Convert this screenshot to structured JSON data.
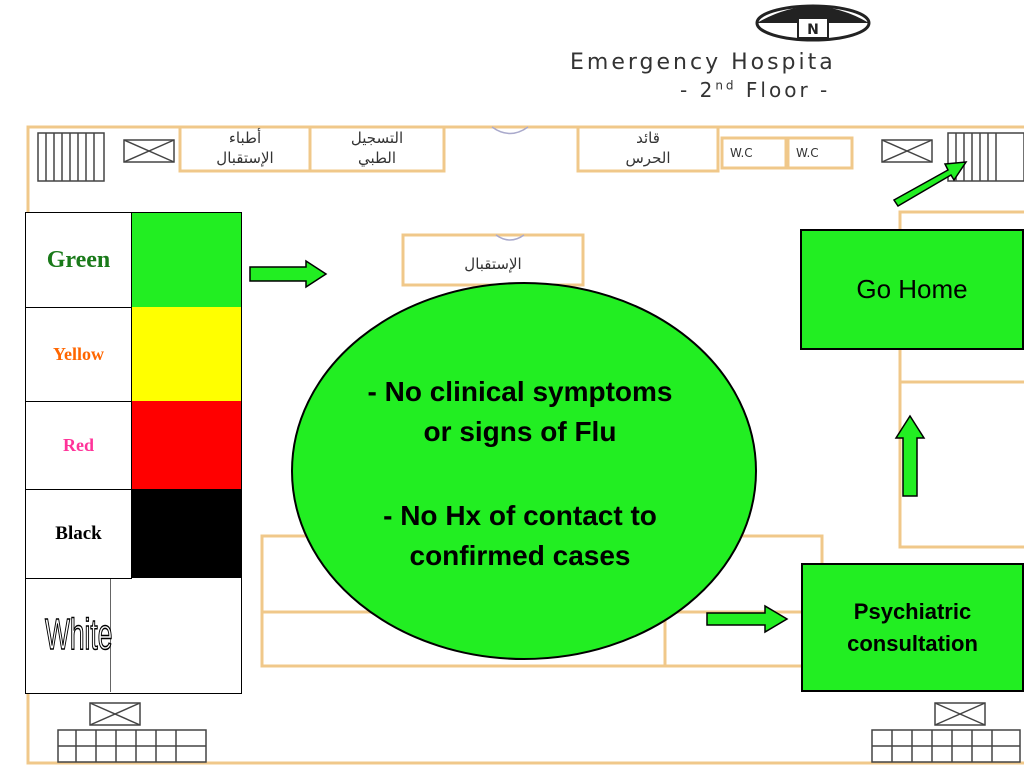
{
  "header": {
    "compass_letter": "N",
    "title": "Emergency  Hospita",
    "subtitle_prefix": "- 2",
    "subtitle_sup": "nd",
    "subtitle_suffix": " Floor -"
  },
  "floor_plan": {
    "rooms": {
      "reception_doctors_l1": "أطباء",
      "reception_doctors_l2": "الإستقبال",
      "medical_registration_l1": "التسجيل",
      "medical_registration_l2": "الطبي",
      "guard_commander_l1": "قائد",
      "guard_commander_l2": "الحرس",
      "wc_1": "W.C",
      "wc_2": "W.C",
      "reception": "الإستقبال"
    }
  },
  "legend": {
    "rows": [
      {
        "name": "Green",
        "text_color": "#1a7a1a",
        "swatch": "#22ee22"
      },
      {
        "name": "Yellow",
        "text_color": "#ff6600",
        "swatch": "#ffff00"
      },
      {
        "name": "Red",
        "text_color": "#ff3399",
        "swatch": "#ff0000"
      },
      {
        "name": "Black",
        "text_color": "#000000",
        "swatch": "#000000"
      },
      {
        "name": "White",
        "text_color": "#ffffff",
        "swatch": "#ffffff"
      }
    ]
  },
  "oval": {
    "line1": "- No clinical symptoms",
    "line2": "or signs of Flu",
    "line3": "- No Hx of contact to",
    "line4": "confirmed cases",
    "fill": "#22ee22"
  },
  "boxes": {
    "go_home": "Go Home",
    "psych_l1": "Psychiatric",
    "psych_l2": "consultation"
  },
  "colors": {
    "accent_green": "#22ee22",
    "plan_lines": "#f0c88a"
  }
}
